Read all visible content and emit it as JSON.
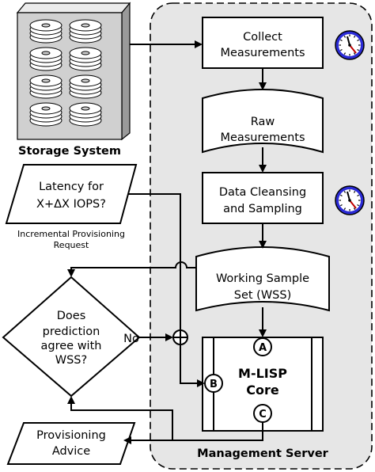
{
  "storage": {
    "label": "Storage System"
  },
  "server": {
    "label": "Management Server"
  },
  "nodes": {
    "collect": [
      "Collect",
      "Measurements"
    ],
    "raw": [
      "Raw",
      "Measurements"
    ],
    "cleanse": [
      "Data Cleansing",
      "and Sampling"
    ],
    "wss": [
      "Working Sample",
      "Set (WSS)"
    ],
    "core": [
      "M-LISP",
      "Core"
    ],
    "latency": [
      "Latency for",
      "X+ΔX IOPS?"
    ],
    "incremental": [
      "Incremental Provisioning",
      "Request"
    ],
    "decision": [
      "Does",
      "prediction",
      "agree with",
      "WSS?"
    ],
    "advice": [
      "Provisioning",
      "Advice"
    ]
  },
  "ports": {
    "a": "A",
    "b": "B",
    "c": "C"
  },
  "edge_labels": {
    "no": "No"
  },
  "icons": [
    "disk-stack-icon",
    "clock-icon"
  ],
  "colors": {
    "server_fill": "#e6e6e6",
    "storage_fill": "#d0d0d0",
    "storage_shade": "#9a9a9a",
    "clock_hand": "#c00000",
    "clock_face": "#2b2bd6"
  }
}
